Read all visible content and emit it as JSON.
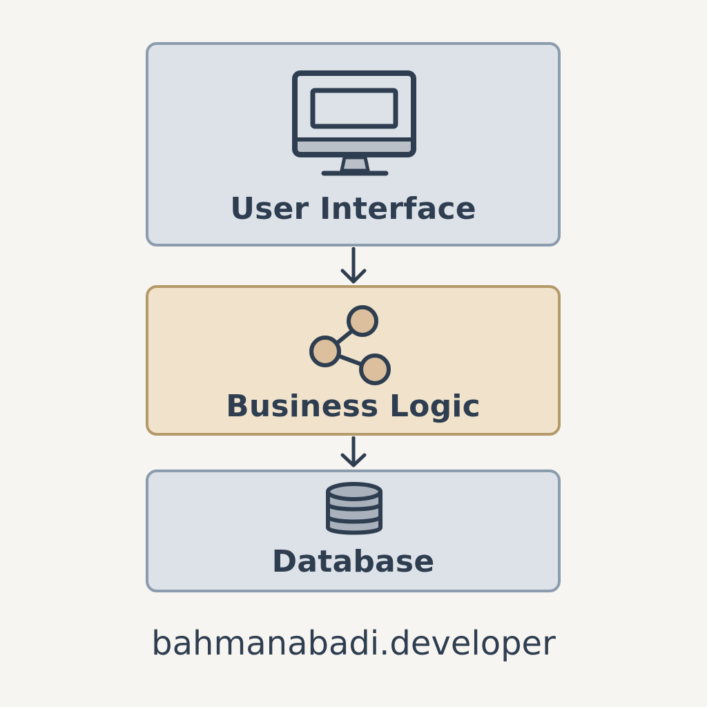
{
  "layers": [
    {
      "label": "User Interface",
      "icon": "monitor-icon",
      "fill": "#dde2e8",
      "border": "#8a9cad"
    },
    {
      "label": "Business Logic",
      "icon": "share-nodes-icon",
      "fill": "#f1e3cb",
      "border": "#b49a6a"
    },
    {
      "label": "Database",
      "icon": "database-icon",
      "fill": "#dde2e8",
      "border": "#8a9cad"
    }
  ],
  "footer": {
    "text": "bahmanabadi.developer"
  },
  "colors": {
    "background": "#f7f5f1",
    "ink": "#2e3e50",
    "node_fill": "#dcbf9c",
    "screen_bezel": "#b9c0c8",
    "db_fill": "#a9b2bc"
  }
}
